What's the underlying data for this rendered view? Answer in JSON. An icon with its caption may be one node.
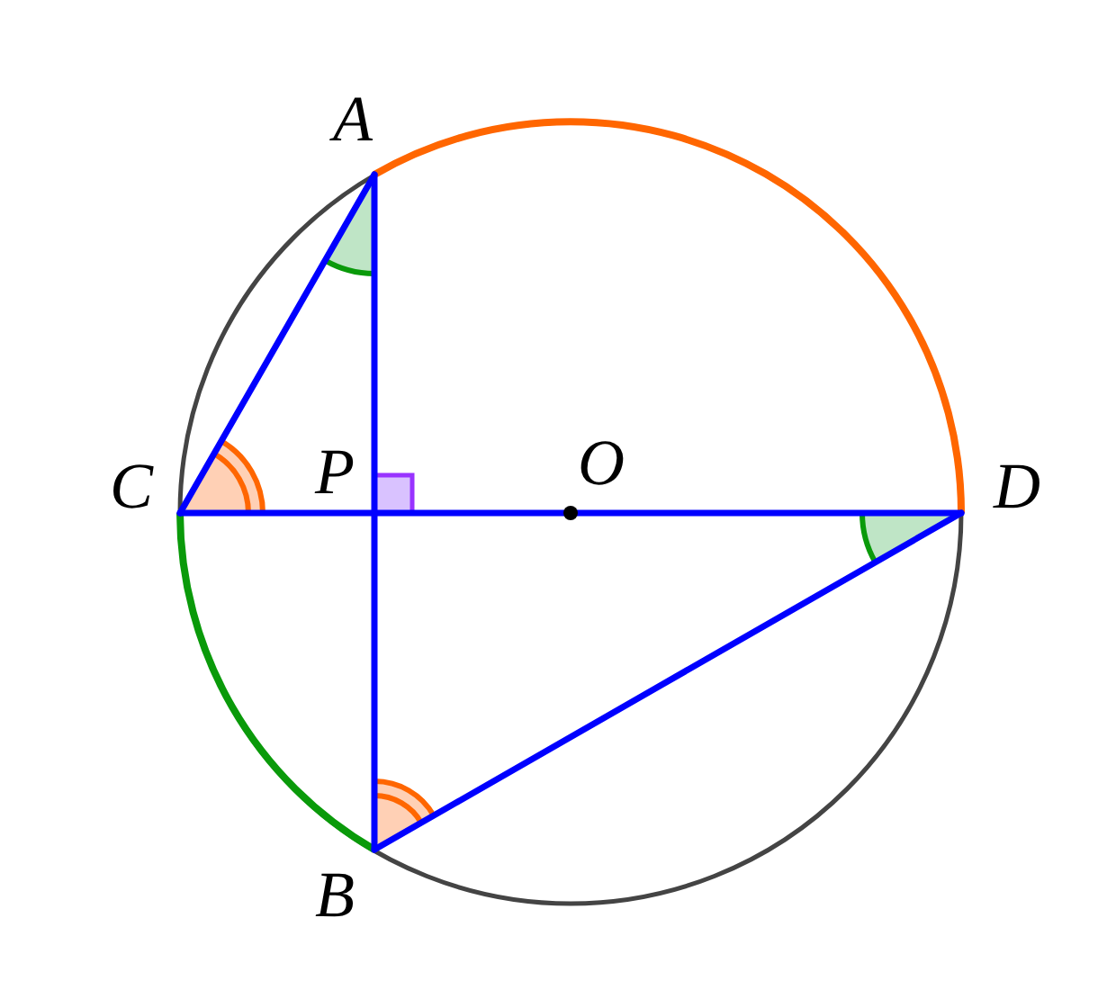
{
  "diagram": {
    "labels": [
      "A",
      "P",
      "O",
      "C",
      "D",
      "B"
    ]
  }
}
